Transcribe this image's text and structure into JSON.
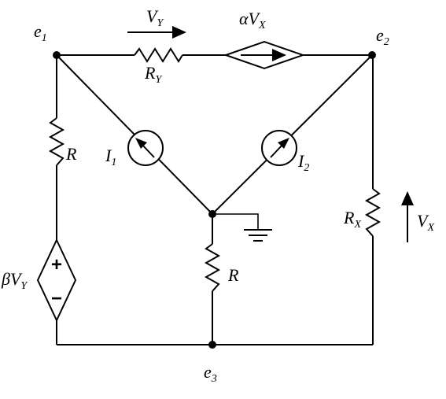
{
  "nodes": {
    "e1": {
      "main": "e",
      "sub": "1"
    },
    "e2": {
      "main": "e",
      "sub": "2"
    },
    "e3": {
      "main": "e",
      "sub": "3"
    }
  },
  "resistors": {
    "ry": {
      "main": "R",
      "sub": "Y"
    },
    "r_left": {
      "main": "R"
    },
    "r_bottom": {
      "main": "R"
    },
    "rx": {
      "main": "R",
      "sub": "X"
    }
  },
  "sources": {
    "dep_current": {
      "main": "αV",
      "sub": "X"
    },
    "dep_voltage": {
      "main": "βV",
      "sub": "Y",
      "plus": "+",
      "minus": "−"
    },
    "i1": {
      "main": "I",
      "sub": "1"
    },
    "i2": {
      "main": "I",
      "sub": "2"
    }
  },
  "voltages": {
    "vy": {
      "main": "V",
      "sub": "Y"
    },
    "vx": {
      "main": "V",
      "sub": "X"
    }
  }
}
